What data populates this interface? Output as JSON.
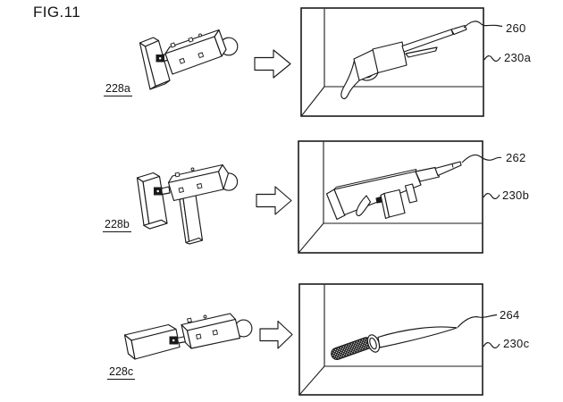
{
  "figure": {
    "title": "FIG.11"
  },
  "colors": {
    "line": "#1a1a1a",
    "background": "#ffffff"
  },
  "rows": [
    {
      "device_label": "228a",
      "device_name": "motion-controller-with-angled-pistol-grip",
      "arrow": "right-block-arrow",
      "screen": {
        "weapon": "shotgun",
        "weapon_ref": "260",
        "screen_ref": "230a"
      }
    },
    {
      "device_label": "228b",
      "device_name": "motion-controller-with-pistol-grip-and-stock-bar",
      "arrow": "right-block-arrow",
      "screen": {
        "weapon": "assault-rifle",
        "weapon_ref": "262",
        "screen_ref": "230b"
      }
    },
    {
      "device_label": "228c",
      "device_name": "motion-controller-with-inline-grip-extension",
      "arrow": "right-block-arrow",
      "screen": {
        "weapon": "dagger",
        "weapon_ref": "264",
        "screen_ref": "230c"
      }
    }
  ]
}
